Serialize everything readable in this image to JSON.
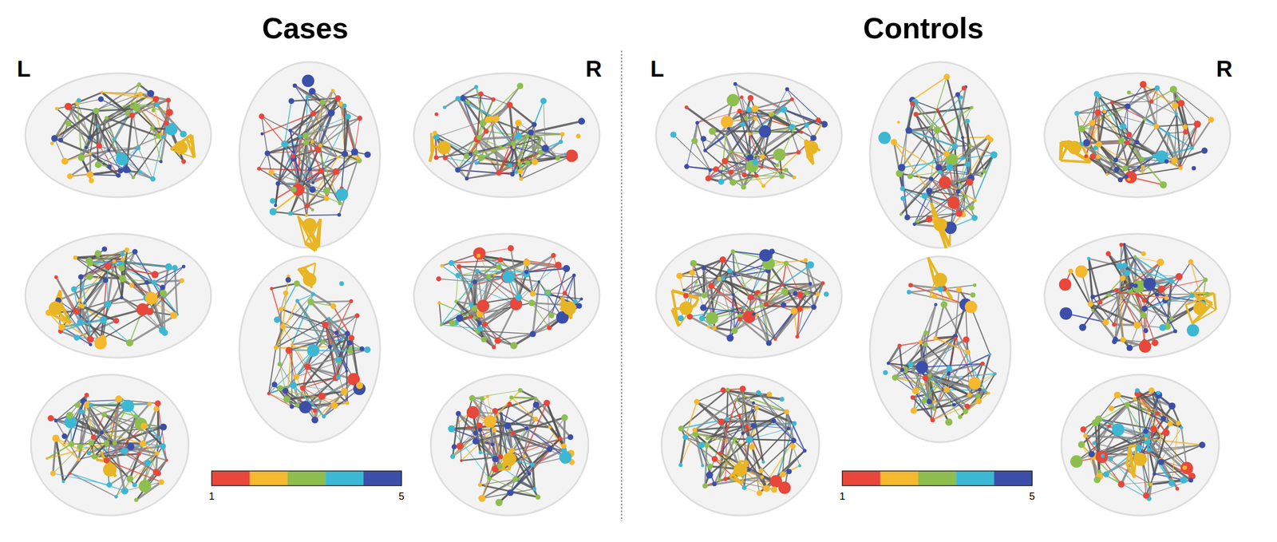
{
  "diagram": {
    "labels": [
      "Cases",
      "L",
      "R",
      "1",
      "5",
      "Controls",
      "L",
      "R",
      "1",
      "5"
    ]
  }
}
